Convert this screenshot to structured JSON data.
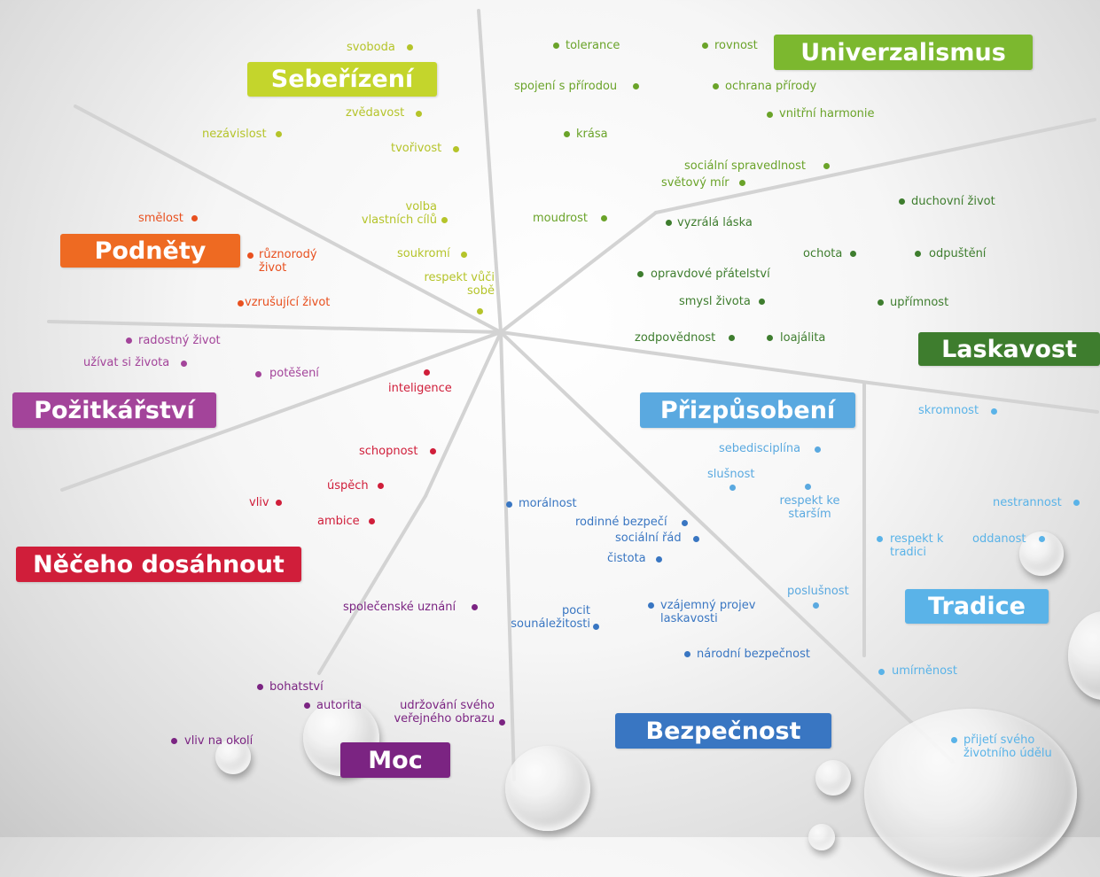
{
  "colors": {
    "universalism": "#7cb82f",
    "universalism_dark": "#6aa329",
    "self_direction": "#c4d52c",
    "stimulation": "#ee6a22",
    "hedonism": "#a3449a",
    "achievement": "#d01e3a",
    "power": "#7b2482",
    "security": "#3976c2",
    "tradition": "#5ab3e8",
    "conformity": "#5aa9e0",
    "benevolence": "#3e7d2e"
  },
  "categories": {
    "universalismus": "Univerzalismus",
    "seberizeni": "Sebeřízení",
    "podnety": "Podněty",
    "pozitkarstvi": "Požitkářství",
    "dosahnout": "Něčeho dosáhnout",
    "moc": "Moc",
    "bezpecnost": "Bezpečnost",
    "tradice": "Tradice",
    "prizpusobeni": "Přizpůsobení",
    "laskavost": "Laskavost"
  },
  "values": {
    "svoboda": "svoboda",
    "zvedavost": "zvědavost",
    "nezavislost": "nezávislost",
    "tvorivost": "tvořivost",
    "volba": "volba\nvlastních cílů",
    "soukromi": "soukromí",
    "respekt_vuci_sobe": "respekt vůči\nsobě",
    "tolerance": "tolerance",
    "rovnost": "rovnost",
    "spojeni_s_prirodou": "spojení s přírodou",
    "ochrana_prirody": "ochrana přírody",
    "vnitrni_harmonie": "vnitřní harmonie",
    "krasa": "krása",
    "socialni_spravedlnost": "sociální spravedlnost",
    "svetovy_mir": "světový mír",
    "moudrost": "moudrost",
    "smelost": "smělost",
    "ruznorody_zivot": "různorodý\nživot",
    "vzrusujici_zivot": "vzrušující život",
    "radostny_zivot": "radostný život",
    "uzivat_si_zivota": "užívat si života",
    "poteseni": "potěšení",
    "inteligence": "inteligence",
    "schopnost": "schopnost",
    "uspech": "úspěch",
    "vliv": "vliv",
    "ambice": "ambice",
    "spolecenske_uznani": "společenské uznání",
    "bohatstvi": "bohatství",
    "autorita": "autorita",
    "udrzovani": "udržování svého\nveřejného obrazu",
    "vliv_na_okoli": "vliv na okolí",
    "moralnost": "morálnost",
    "rodinne_bezpeci": "rodinné bezpečí",
    "socialni_rad": "sociální řád",
    "cistota": "čistota",
    "pocit_sounaleztosti": "pocit\nsounáležitosti",
    "vzajemny_projev": "vzájemný projev\nlaskavosti",
    "narodni_bezpecnost": "národní bezpečnost",
    "duchovni_zivot": "duchovní život",
    "vyzrala_laska": "vyzrálá láska",
    "ochota": "ochota",
    "odpusteni": "odpuštění",
    "opravdove_pratelstvi": "opravdové přátelství",
    "smysl_zivota": "smysl života",
    "uprimnost": "upřímnost",
    "zodpovednost": "zodpovědnost",
    "loajalita": "loajálita",
    "sebedisciplina": "sebedisciplína",
    "slusnost": "slušnost",
    "respekt_ke_starsim": "respekt ke\nstarším",
    "skromnost": "skromnost",
    "nestrannost": "nestrannost",
    "respekt_k_tradici": "respekt k\ntradici",
    "oddanost": "oddanost",
    "poslusnost": "poslušnost",
    "umirnenost": "umírněnost",
    "prijeti": "přijetí svého\nživotního údělu"
  }
}
